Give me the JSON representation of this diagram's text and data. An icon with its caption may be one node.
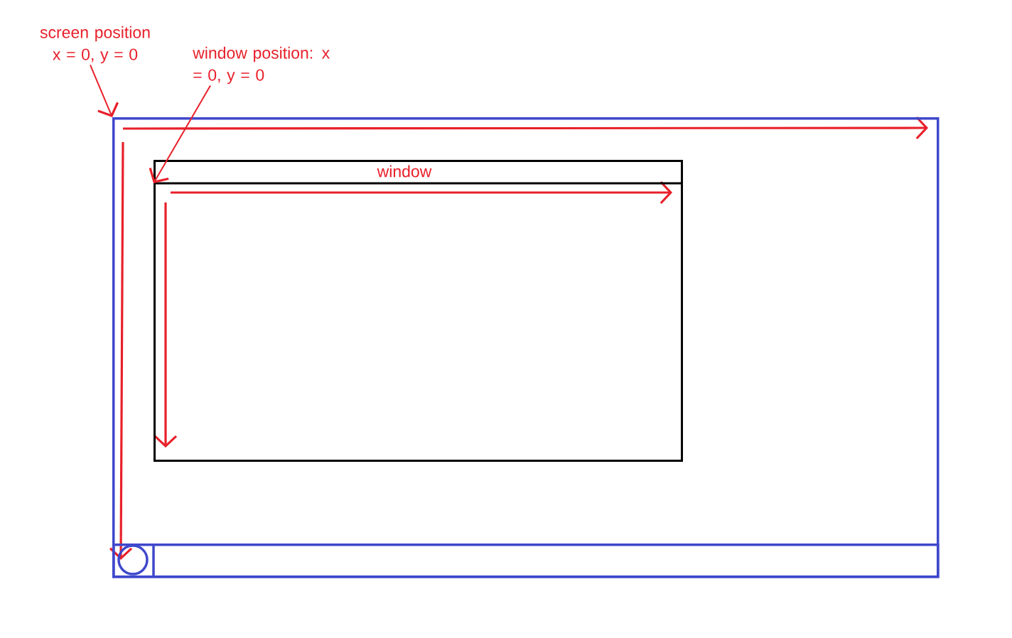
{
  "diagram": {
    "nodes": [
      {
        "text": [
          "screen position x = 0, y = 0"
        ]
      },
      {
        "text": [
          "window position: x = 0, y = 0"
        ]
      },
      {
        "text": [],
        "shape": "box"
      },
      {
        "text": [
          "window"
        ],
        "in": 2
      },
      {
        "text": [],
        "shape": "bar",
        "in": 2
      },
      {
        "text": [],
        "shape": "circle",
        "in": 4
      }
    ],
    "edges": [
      {
        "from": 0,
        "to": 2,
        "arrow": "to"
      },
      {
        "from": 1,
        "to": 3,
        "arrow": "to"
      }
    ]
  }
}
